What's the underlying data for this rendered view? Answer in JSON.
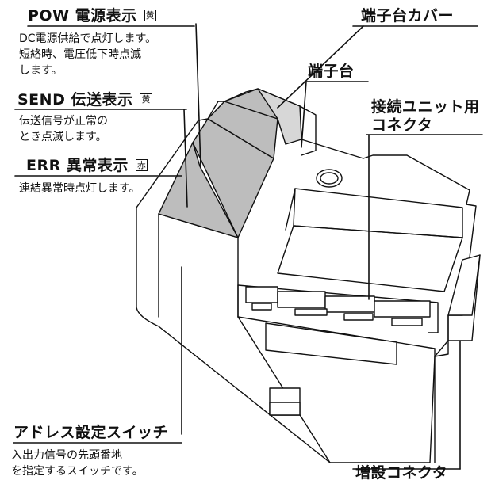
{
  "labels": {
    "pow": {
      "title": "POW 電源表示",
      "badge": "黄",
      "desc_lines": [
        "DC電源供給で点灯します。",
        "短絡時、電圧低下時点滅",
        "します。"
      ]
    },
    "send": {
      "title": "SEND 伝送表示",
      "badge": "黄",
      "desc_lines": [
        "伝送信号が正常の",
        "とき点滅します。"
      ]
    },
    "err": {
      "title": "ERR 異常表示",
      "badge": "赤",
      "desc_lines": [
        "連結異常時点灯します。"
      ]
    },
    "terminal_cover": {
      "title": "端子台カバー"
    },
    "terminal_block": {
      "title": "端子台"
    },
    "unit_connector": {
      "title_lines": [
        "接続ユニット用",
        "コネクタ"
      ]
    },
    "address_switch": {
      "title": "アドレス設定スイッチ",
      "desc_lines": [
        "入出力信号の先頭番地",
        "を指定するスイッチです。"
      ]
    },
    "expansion_connector": {
      "title": "増設コネクタ"
    }
  },
  "colors": {
    "line": "#111111",
    "panel_fill": "#bdbdbd",
    "body_fill": "#ffffff"
  }
}
